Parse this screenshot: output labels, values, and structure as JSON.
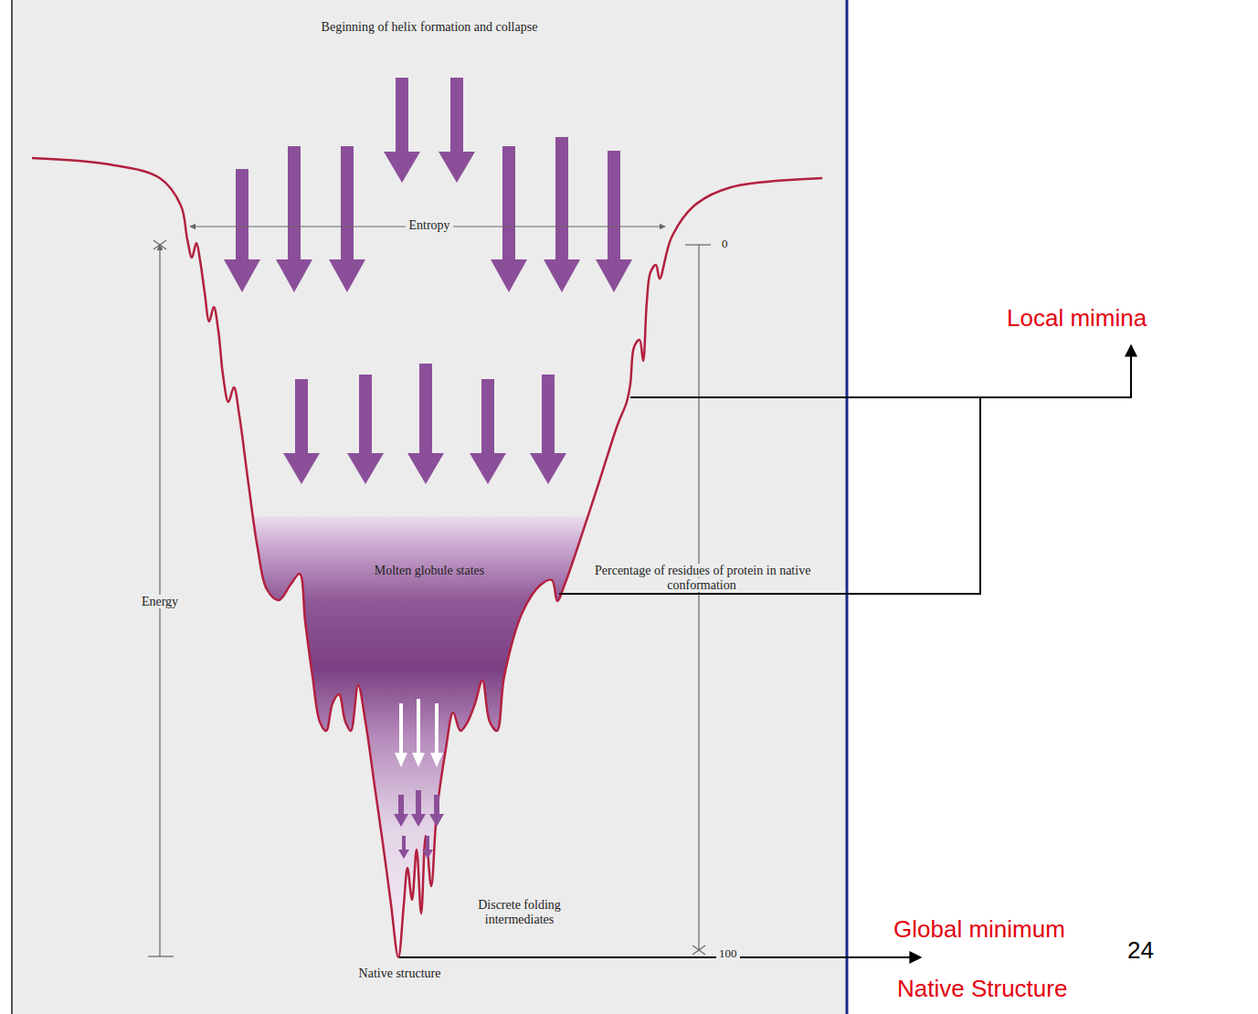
{
  "diagram": {
    "title": "Beginning of helix formation and collapse",
    "labels": [
      "Entropy",
      "0",
      "Energy",
      "Molten globule states",
      "Percentage of residues of protein in native conformation",
      "Discrete folding intermediates",
      "Native structure",
      "100",
      "Local mimina",
      "Global minimum",
      "Native Structure",
      "24"
    ]
  }
}
